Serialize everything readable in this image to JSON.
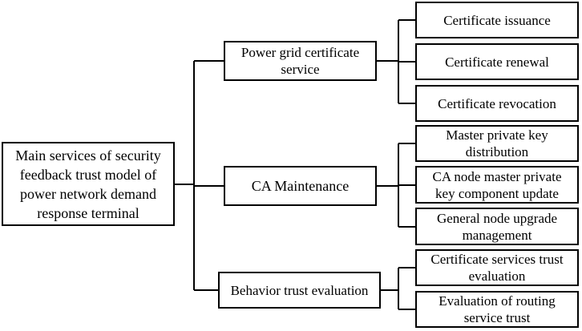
{
  "diagram": {
    "root": "Main services of security\nfeedback trust model of\npower network demand\nresponse terminal",
    "categories": [
      {
        "label": "Power grid certificate\nservice",
        "children": [
          "Certificate issuance",
          "Certificate renewal",
          "Certificate revocation"
        ]
      },
      {
        "label": "CA Maintenance",
        "children": [
          "Master private key\ndistribution",
          "CA node master private\nkey component update",
          "General node upgrade\nmanagement"
        ]
      },
      {
        "label": "Behavior trust evaluation",
        "children": [
          "Certificate services trust\nevaluation",
          "Evaluation of routing\nservice trust"
        ]
      }
    ],
    "line_color": "#000000",
    "box_border_color": "#000000",
    "background": "#ffffff"
  }
}
